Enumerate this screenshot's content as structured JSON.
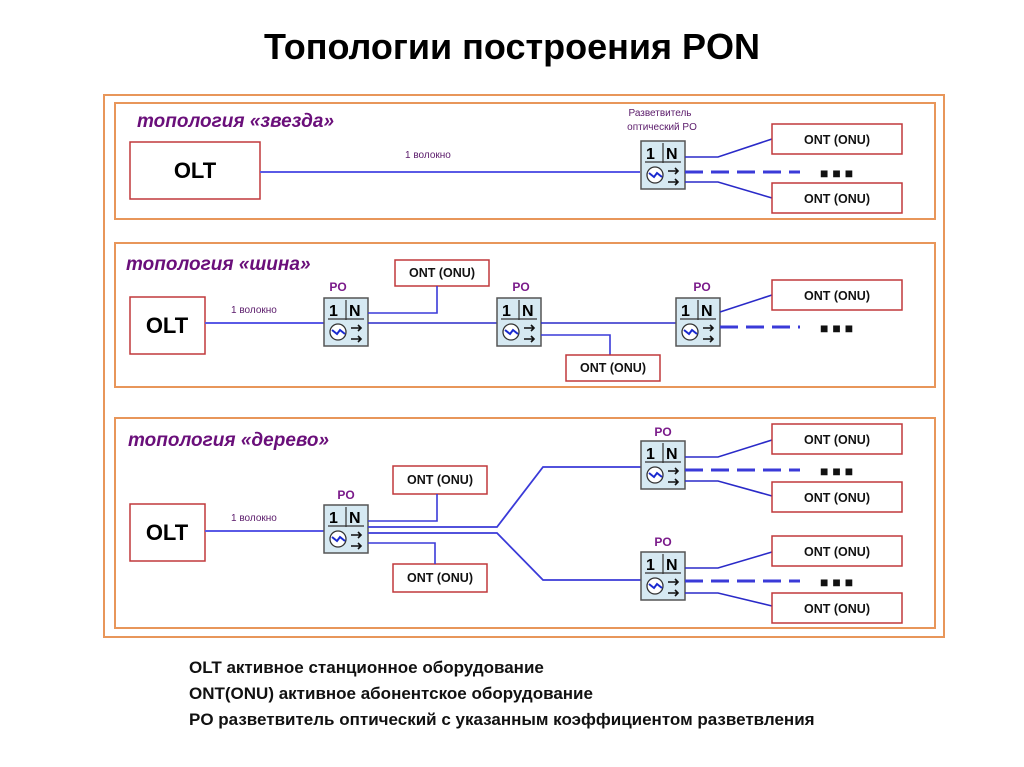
{
  "title": "Топологии построения PON",
  "colors": {
    "frame": "#e8965a",
    "box_border": "#c0393b",
    "fiber": "#3a3ad8",
    "title_text": "#6a0f7a",
    "splitter_fill": "#d6e9f2"
  },
  "labels": {
    "olt": "OLT",
    "ont": "ONT (ONU)",
    "po": "PO",
    "fiber": "1 волокно",
    "splitter_one": "1",
    "splitter_n": "N",
    "ellipsis": "■ ■ ■"
  },
  "sections": [
    {
      "title": "топология «звезда»",
      "splitter_caption": [
        "Разветвитель",
        "оптический PO"
      ]
    },
    {
      "title": "топология «шина»"
    },
    {
      "title": "топология «дерево»"
    }
  ],
  "legend": [
    "OLT активное станционное оборудование",
    "ONT(ONU) активное абонентское оборудование",
    "PO разветвитель оптический с указанным коэффициентом разветвления"
  ]
}
